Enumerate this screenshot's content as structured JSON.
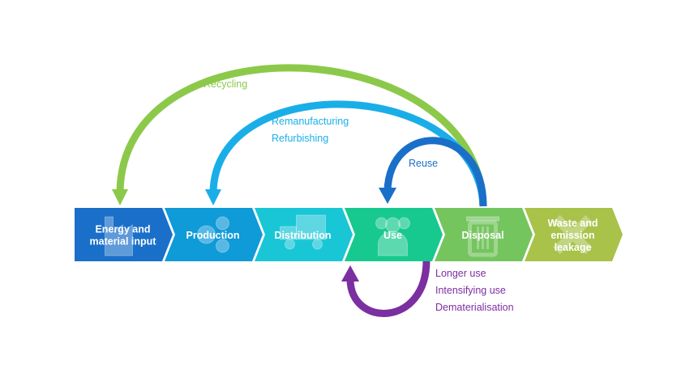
{
  "stages": [
    {
      "label": [
        "Energy and",
        "material input"
      ],
      "color": "#1a6fc9",
      "icon": "factory-icon"
    },
    {
      "label": [
        "Production"
      ],
      "color": "#0f9ad8",
      "icon": "gears-icon"
    },
    {
      "label": [
        "Distribution"
      ],
      "color": "#19c6d6",
      "icon": "truck-icon"
    },
    {
      "label": [
        "Use"
      ],
      "color": "#18c98f",
      "icon": "users-icon"
    },
    {
      "label": [
        "Disposal"
      ],
      "color": "#75c55f",
      "icon": "trash-icon"
    },
    {
      "label": [
        "Waste and",
        "emission",
        "leakage"
      ],
      "color": "#a8c24a",
      "icon": "x-icon"
    }
  ],
  "loops": {
    "recycling": {
      "label": "Recycling",
      "color": "#8cc94a"
    },
    "remanufacturing": {
      "label1": "Remanufacturing",
      "label2": "Refurbishing",
      "color": "#1aaee8"
    },
    "reuse": {
      "label": "Reuse",
      "color": "#1a6fc9"
    },
    "use_loop": {
      "label1": "Longer use",
      "label2": "Intensifying use",
      "label3": "Dematerialisation",
      "color": "#7b2fa0"
    }
  }
}
